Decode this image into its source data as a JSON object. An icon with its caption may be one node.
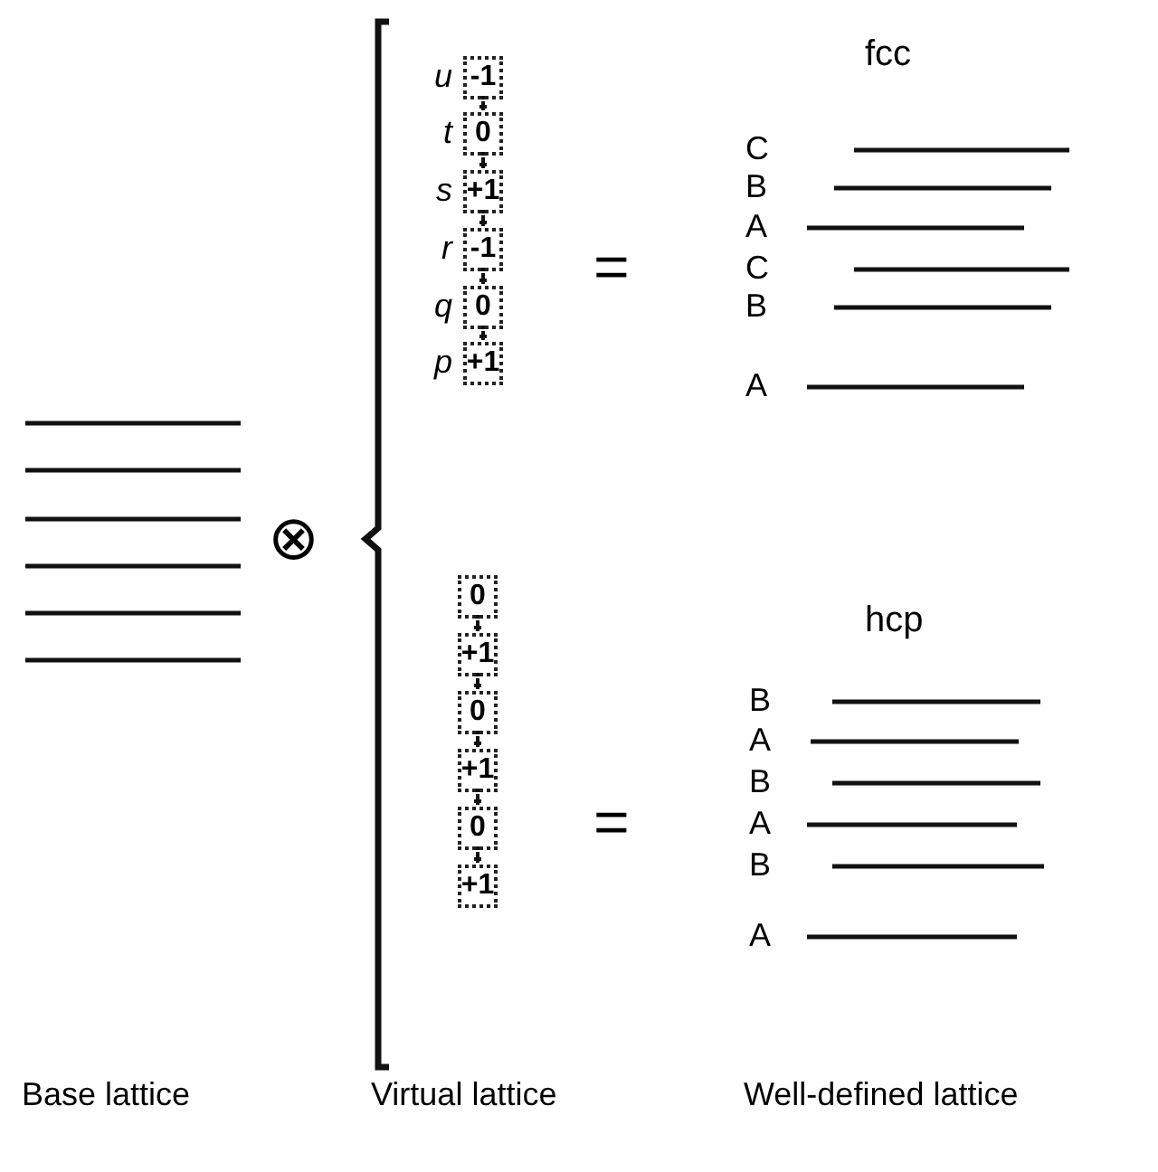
{
  "diagram": {
    "nodes": [
      {
        "text": [
          "-1"
        ],
        "beside": [
          "u"
        ]
      },
      {
        "text": [
          "0"
        ],
        "beside": [
          "t"
        ]
      },
      {
        "text": [
          "+1"
        ],
        "beside": [
          "s"
        ]
      },
      {
        "text": [
          "-1"
        ],
        "beside": [
          "r"
        ]
      },
      {
        "text": [
          "0"
        ],
        "beside": [
          "q"
        ]
      },
      {
        "text": [
          "+1"
        ],
        "beside": [
          "p"
        ]
      },
      {
        "text": [
          "0"
        ]
      },
      {
        "text": [
          "+1"
        ]
      },
      {
        "text": [
          "0"
        ]
      },
      {
        "text": [
          "+1"
        ]
      },
      {
        "text": [
          "0"
        ]
      },
      {
        "text": [
          "+1"
        ]
      }
    ],
    "edges": [
      {
        "from": 0,
        "to": 1,
        "arrow": "other"
      },
      {
        "from": 1,
        "to": 2,
        "arrow": "other"
      },
      {
        "from": 2,
        "to": 3,
        "arrow": "other"
      },
      {
        "from": 3,
        "to": 4,
        "arrow": "other"
      },
      {
        "from": 4,
        "to": 5,
        "arrow": "other"
      },
      {
        "from": 6,
        "to": 7,
        "arrow": "other"
      },
      {
        "from": 7,
        "to": 8,
        "arrow": "other"
      },
      {
        "from": 8,
        "to": 9,
        "arrow": "other"
      },
      {
        "from": 9,
        "to": 10,
        "arrow": "other"
      },
      {
        "from": 10,
        "to": 11,
        "arrow": "other"
      }
    ],
    "labels": [
      "fcc",
      "C",
      "B",
      "A",
      "C",
      "B",
      "A",
      "⊗",
      "=",
      "=",
      "hcp",
      "B",
      "A",
      "B",
      "A",
      "B",
      "A",
      "Base lattice",
      "Virtual lattice",
      "Well-defined lattice"
    ]
  }
}
